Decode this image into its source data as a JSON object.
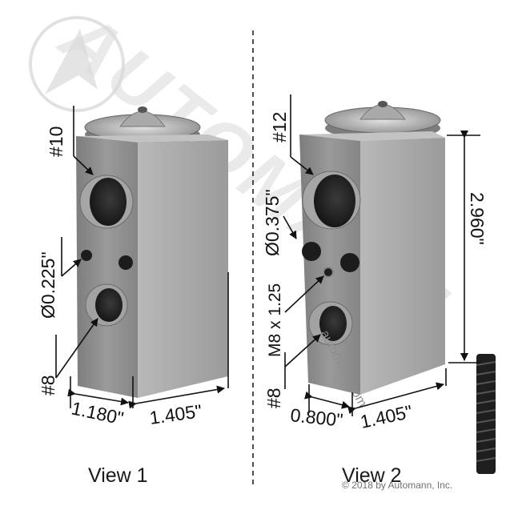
{
  "watermark": {
    "brand": "AUTOMANN",
    "url": "automann.com",
    "logo": "automann-logo-icon"
  },
  "view1": {
    "caption": "View 1",
    "port_large": "#10",
    "port_hole": "Ø0.225\"",
    "port_small": "#8",
    "width_front": "1.180\"",
    "width_side": "1.405\""
  },
  "view2": {
    "caption": "View 2",
    "port_large": "#12",
    "port_hole": "Ø0.375\"",
    "port_thread": "M8 x 1.25",
    "port_small": "#8",
    "height": "2.960\"",
    "width_front": "0.800\"",
    "width_side": "1.405\""
  },
  "copyright": "© 2018 by Automann, Inc.",
  "colors": {
    "metal_front": "#8f8f8f",
    "metal_side": "#a9a9a9",
    "metal_top": "#c4c4c4",
    "ink": "#111111",
    "watermark": "#d6d6d6"
  }
}
